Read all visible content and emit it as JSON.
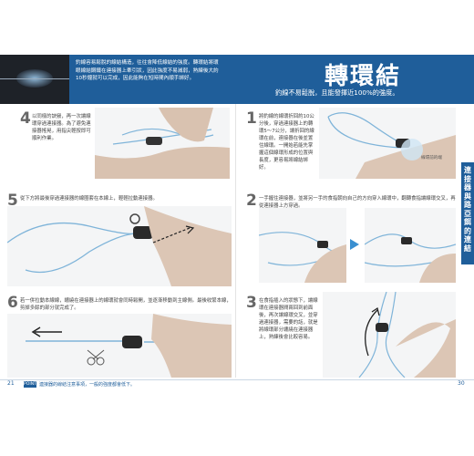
{
  "header": {
    "intro": "釣線容易鬆脫的線結構造，往往會降低線結的強度。轉環結將環眼線結鋼鐵在連接器上牽引狀，因此強度不易減弱，熟練後大約10秒鐘就可以完成，因此能夠在短時間內順手綁好。",
    "title": "轉環結",
    "subtitle": "釣線不易鬆脫，且能發揮近100%的強度。"
  },
  "side_tab": {
    "label": "連接器與路亞餌的連結"
  },
  "steps": [
    {
      "num": "4",
      "text": "以同樣的訣竅，再一次讓線環穿過連接器。為了避免連接器搖晃，用指尖輕按即可順利作業。"
    },
    {
      "num": "5",
      "text": "從下方將最後穿過連接器的線圈套在本線上，輕輕拉動連接器。"
    },
    {
      "num": "6",
      "text": "若一併拉動本線線，纏繞在連接器上的線環就會同時鬆開，並逐漸移動到主線側。最後收緊本線，剪掉多餘的部分就完成了。"
    },
    {
      "num": "1",
      "text": "將釣線的線環折回約10公分後，穿過連接器上的轉環5～7公分，讓折回的線環在前，連接器在後並置住線環。一開始若能先掌握這個線環形成的位置與長度，更容易將線結綁好。",
      "callout": "線環前的端"
    },
    {
      "num": "2",
      "text": "一手握住連接器，並將另一手的食指朝向自己的方向穿入線環中，翻轉食指讓線環交叉，再從連接器上方穿過。"
    },
    {
      "num": "3",
      "text": "在食指插入的狀態下，讓線環在連接器間兩回到前面後，再次讓線環交叉，並穿過連接器，需要的話，就是將線環部分纏繞在連接器上，熟練後會比較容易。"
    }
  ],
  "footer": {
    "page_left": "21",
    "badge": "POINT",
    "text": "連接器的線結注意事項，一般的強度都會低下。",
    "page_right": "30"
  }
}
